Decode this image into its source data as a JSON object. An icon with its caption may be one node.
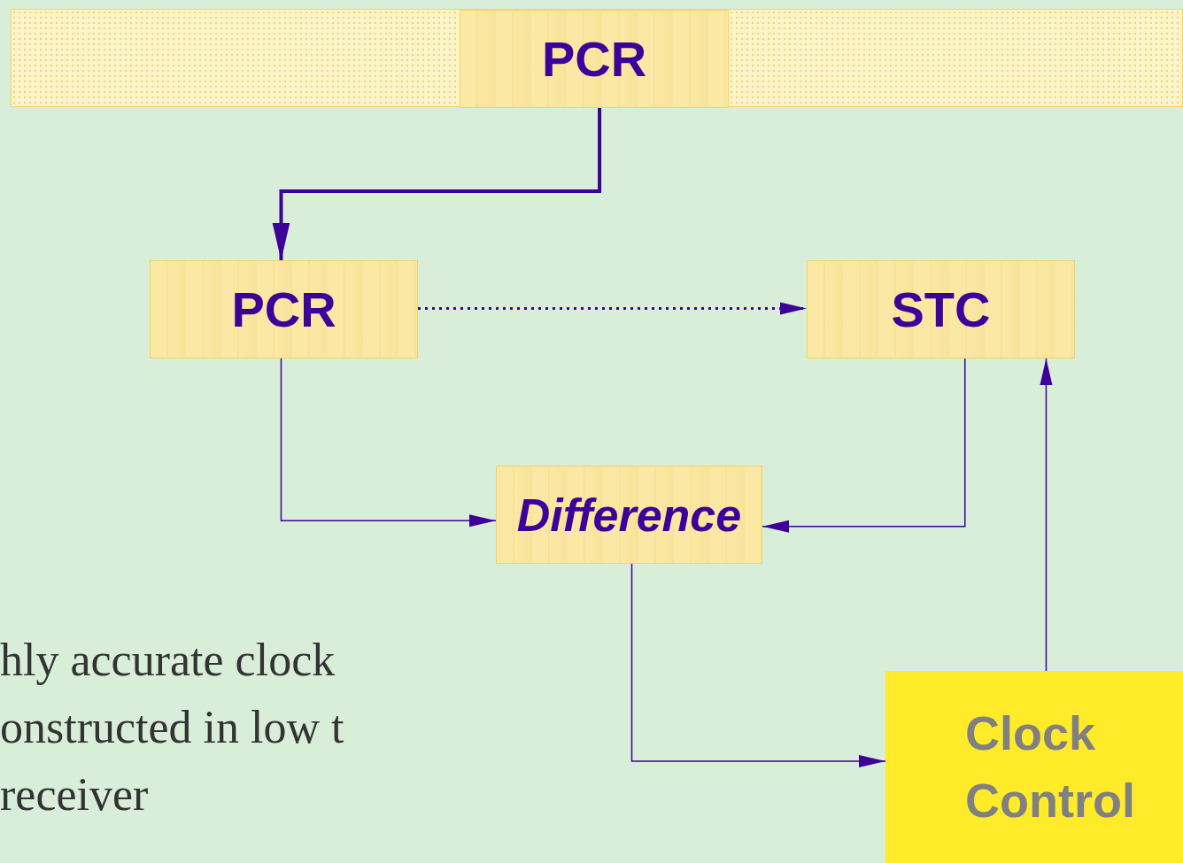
{
  "diagram": {
    "nodes": [
      {
        "text": [],
        "shape": "bar"
      },
      {
        "text": [
          "PCR"
        ],
        "in": 0
      },
      {
        "text": [
          "PCR"
        ]
      },
      {
        "text": [
          "STC"
        ]
      },
      {
        "text": [
          "Difference"
        ]
      },
      {
        "text": [
          "Clock Control"
        ]
      }
    ],
    "edges": [
      {
        "from": 1,
        "to": 2,
        "arrow": "to",
        "style": "thick"
      },
      {
        "from": 2,
        "to": 3,
        "arrow": "to",
        "style": "dashed"
      },
      {
        "from": 2,
        "to": 4,
        "arrow": "to"
      },
      {
        "from": 3,
        "to": 4,
        "arrow": "to"
      },
      {
        "from": 4,
        "to": 5,
        "arrow": "to"
      },
      {
        "from": 5,
        "to": 3,
        "arrow": "to"
      }
    ],
    "labels": [
      "hly accurate clock onstructed in low t receiver"
    ]
  }
}
